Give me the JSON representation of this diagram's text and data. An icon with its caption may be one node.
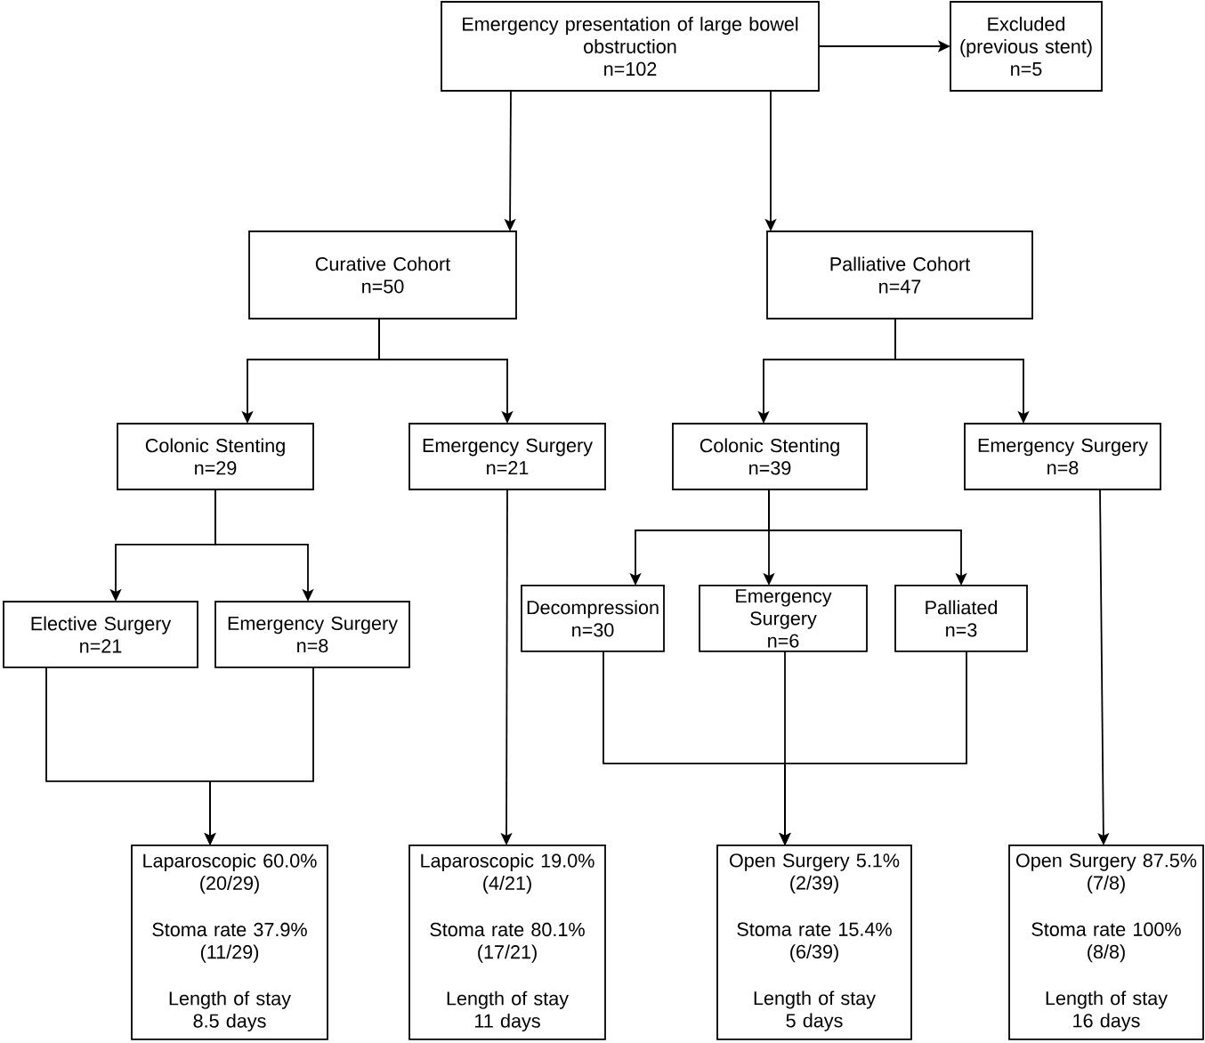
{
  "diagram": {
    "nodes": [
      {
        "text": [
          "Emergency presentation of large bowel obstruction",
          "n=102"
        ]
      },
      {
        "text": [
          "Excluded (previous stent)",
          "n=5"
        ]
      },
      {
        "text": [
          "Curative Cohort",
          "n=50"
        ]
      },
      {
        "text": [
          "Palliative Cohort",
          "n=47"
        ]
      },
      {
        "text": [
          "Colonic Stenting",
          "n=29"
        ]
      },
      {
        "text": [
          "Emergency Surgery",
          "n=21"
        ]
      },
      {
        "text": [
          "Colonic Stenting",
          "n=39"
        ]
      },
      {
        "text": [
          "Emergency Surgery",
          "n=8"
        ]
      },
      {
        "text": [
          "Elective Surgery",
          "n=21"
        ]
      },
      {
        "text": [
          "Emergency Surgery",
          "n=8"
        ]
      },
      {
        "text": [
          "Decompression",
          "n=30"
        ]
      },
      {
        "text": [
          "Emergency Surgery",
          "n=6"
        ]
      },
      {
        "text": [
          "Palliated",
          "n=3"
        ]
      },
      {
        "text": [
          "Laparoscopic 60.0% (20/29)",
          "Stoma rate 37.9% (11/29)",
          "Length of stay 8.5 days"
        ]
      },
      {
        "text": [
          "Laparoscopic 19.0% (4/21)",
          "Stoma rate 80.1% (17/21)",
          "Length of stay 11 days"
        ]
      },
      {
        "text": [
          "Open Surgery 5.1% (2/39)",
          "Stoma rate 15.4% (6/39)",
          "Length of stay 5 days"
        ]
      },
      {
        "text": [
          "Open Surgery 87.5% (7/8)",
          "Stoma rate 100% (8/8)",
          "Length of stay 16 days"
        ]
      }
    ],
    "edges": [
      {
        "from": 0,
        "to": 1,
        "arrow": "to"
      },
      {
        "from": 0,
        "to": 2,
        "arrow": "to"
      },
      {
        "from": 0,
        "to": 3,
        "arrow": "to"
      },
      {
        "from": 2,
        "to": 4,
        "arrow": "to"
      },
      {
        "from": 2,
        "to": 5,
        "arrow": "to"
      },
      {
        "from": 3,
        "to": 6,
        "arrow": "to"
      },
      {
        "from": 3,
        "to": 7,
        "arrow": "to"
      },
      {
        "from": 4,
        "to": 8,
        "arrow": "to"
      },
      {
        "from": 4,
        "to": 9,
        "arrow": "to"
      },
      {
        "from": 6,
        "to": 10,
        "arrow": "to"
      },
      {
        "from": 6,
        "to": 11,
        "arrow": "to"
      },
      {
        "from": 6,
        "to": 12,
        "arrow": "to"
      },
      {
        "from": 8,
        "to": 13,
        "arrow": "to"
      },
      {
        "from": 9,
        "to": 13,
        "arrow": "to"
      },
      {
        "from": 5,
        "to": 14,
        "arrow": "to"
      },
      {
        "from": 10,
        "to": 15,
        "arrow": "to"
      },
      {
        "from": 11,
        "to": 15,
        "arrow": "to"
      },
      {
        "from": 12,
        "to": 15,
        "arrow": "to"
      },
      {
        "from": 7,
        "to": 16,
        "arrow": "to"
      }
    ]
  }
}
